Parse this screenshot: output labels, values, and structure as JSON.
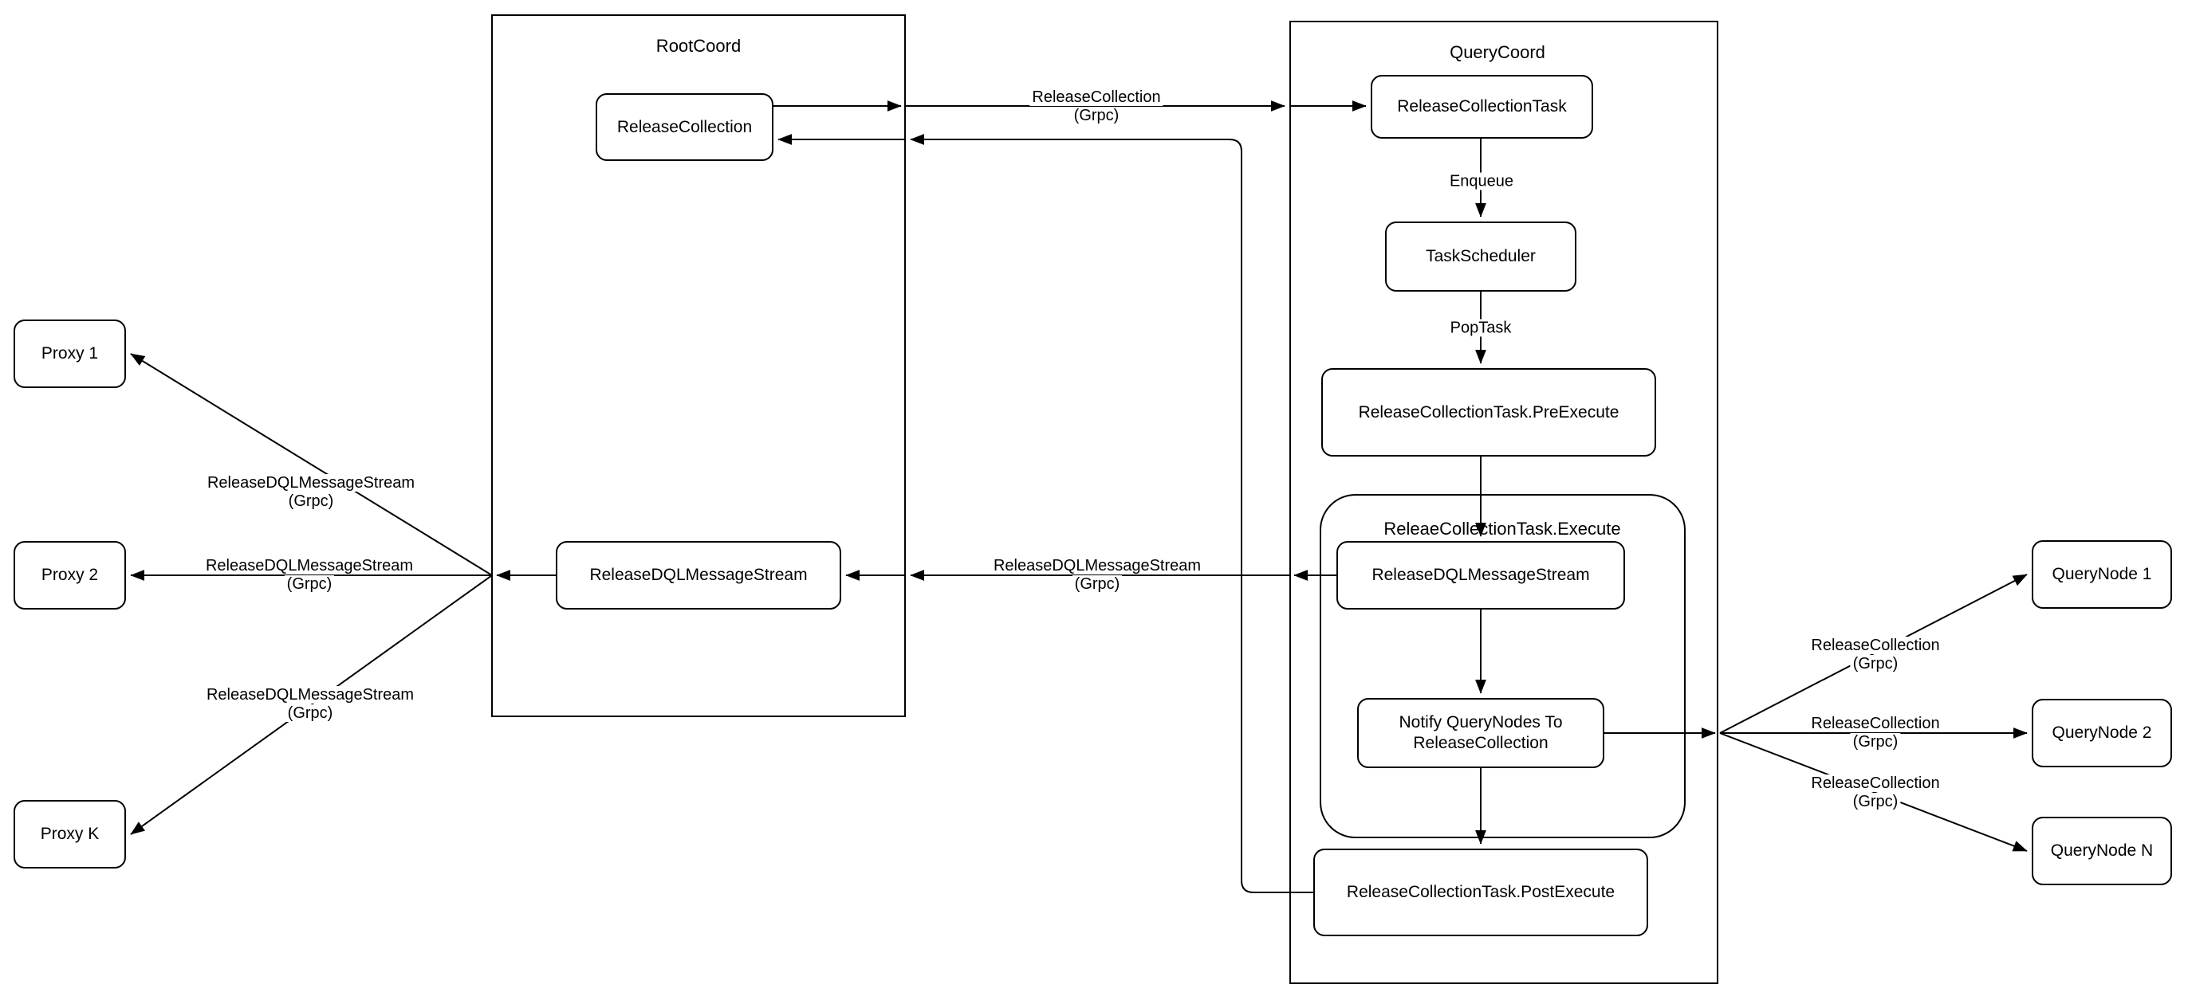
{
  "canvas": {
    "background": "#ffffff",
    "stroke": "#000000"
  },
  "proxies": [
    {
      "label": "Proxy 1"
    },
    {
      "label": "Proxy 2"
    },
    {
      "label": "Proxy K"
    }
  ],
  "rootcoord": {
    "title": "RootCoord",
    "release_collection": "ReleaseCollection",
    "release_dql_message_stream": "ReleaseDQLMessageStream"
  },
  "querycoord": {
    "title": "QueryCoord",
    "release_collection_task": "ReleaseCollectionTask",
    "task_scheduler": "TaskScheduler",
    "pre_execute": "ReleaseCollectionTask.PreExecute",
    "execute_group_title": "ReleaeCollectionTask.Execute",
    "release_dql_message_stream": "ReleaseDQLMessageStream",
    "notify": {
      "line1": "Notify QueryNodes To",
      "line2": "ReleaseCollection"
    },
    "post_execute": "ReleaseCollectionTask.PostExecute"
  },
  "querynodes": [
    {
      "label": "QueryNode 1"
    },
    {
      "label": "QueryNode 2"
    },
    {
      "label": "QueryNode N"
    }
  ],
  "edge_labels": {
    "release_collection_grpc": {
      "line1": "ReleaseCollection",
      "line2": "(Grpc)"
    },
    "release_dql_grpc": {
      "line1": "ReleaseDQLMessageStream",
      "line2": "(Grpc)"
    },
    "enqueue": "Enqueue",
    "pop_task": "PopTask"
  }
}
